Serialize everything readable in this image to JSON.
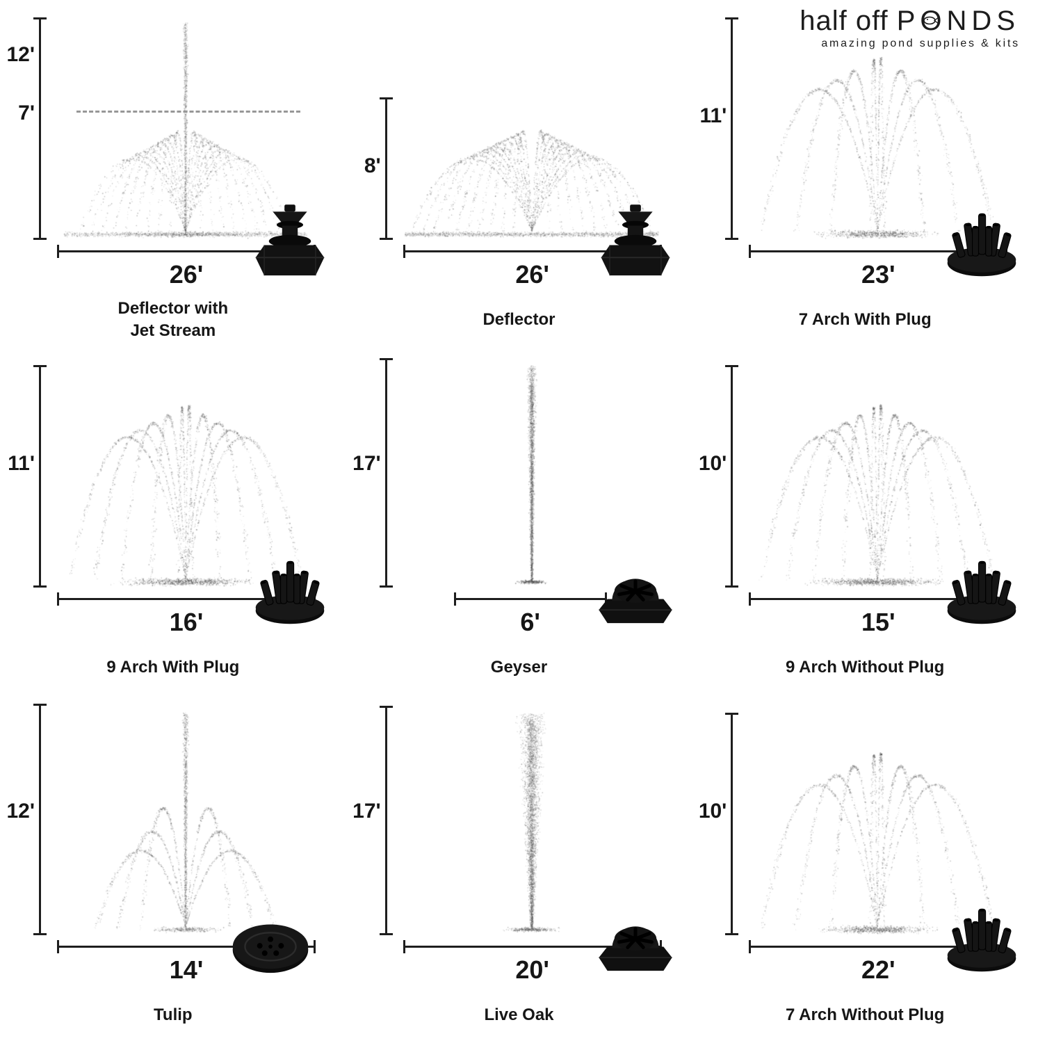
{
  "brand": {
    "name_light": "half off ",
    "name_caps": "PONDS",
    "tagline": "amazing pond supplies & kits"
  },
  "fountains": [
    {
      "name_lines": [
        "Deflector with",
        "Jet Stream"
      ],
      "height": "12'",
      "umbrella_height": "7'",
      "width": "26'",
      "spray": "deflector-with-jet",
      "nozzle": "deflector-nozzle"
    },
    {
      "name_lines": [
        "Deflector"
      ],
      "height": "8'",
      "width": "26'",
      "spray": "deflector",
      "nozzle": "deflector-nozzle"
    },
    {
      "name_lines": [
        "7 Arch With Plug"
      ],
      "height": "11'",
      "width": "23'",
      "spray": "seven-arch",
      "nozzle": "cluster-nozzle"
    },
    {
      "name_lines": [
        "9 Arch With Plug"
      ],
      "height": "11'",
      "width": "16'",
      "spray": "nine-arch",
      "nozzle": "cluster-nozzle"
    },
    {
      "name_lines": [
        "Geyser"
      ],
      "height": "17'",
      "width": "6'",
      "spray": "geyser",
      "nozzle": "dome-nozzle"
    },
    {
      "name_lines": [
        "9 Arch Without Plug"
      ],
      "height": "10'",
      "width": "15'",
      "spray": "nine-arch",
      "nozzle": "cluster-nozzle"
    },
    {
      "name_lines": [
        "Tulip"
      ],
      "height": "12'",
      "width": "14'",
      "spray": "tulip",
      "nozzle": "disc-nozzle"
    },
    {
      "name_lines": [
        "Live Oak"
      ],
      "height": "17'",
      "width": "20'",
      "spray": "live-oak",
      "nozzle": "dome-nozzle"
    },
    {
      "name_lines": [
        "7 Arch Without Plug"
      ],
      "height": "10'",
      "width": "22'",
      "spray": "seven-arch",
      "nozzle": "cluster-nozzle"
    }
  ]
}
